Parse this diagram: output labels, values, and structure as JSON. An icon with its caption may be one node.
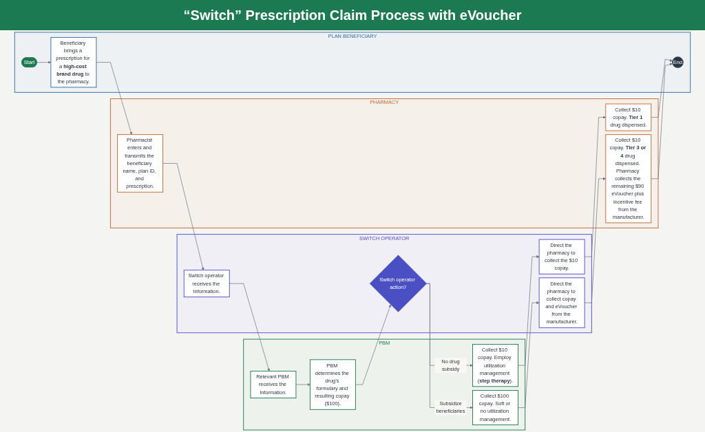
{
  "diagram": {
    "title": "“Switch” Prescription Claim Process with eVoucher",
    "nodes": [
      {
        "text": [
          "PBM"
        ]
      },
      {
        "text": [
          "Relevant PBM receives the information."
        ],
        "in": 0
      },
      {
        "text": [
          "PBM determines the drug’s formulary and resulting copay ($100)."
        ],
        "in": 0
      },
      {
        "text": [
          "Collect $10 copay. Employ utilization management (**step therapy**)."
        ],
        "in": 0
      },
      {
        "text": [
          "Collect $100 copay. Soft or no utilization management."
        ],
        "in": 0
      },
      {
        "text": [
          "SWITCH OPERATOR"
        ]
      },
      {
        "text": [
          "Switch operator receives the information."
        ],
        "in": 5
      },
      {
        "text": [
          "Switch operator action?"
        ],
        "in": 5
      },
      {
        "text": [
          "Direct the pharmacy to collect the $10 copay."
        ],
        "in": 5
      },
      {
        "text": [
          "Direct the pharmacy to collect copay and eVoucher from the manufacturer."
        ],
        "in": 5
      },
      {
        "text": [
          "PHARMACY"
        ]
      },
      {
        "text": [
          "Pharmacist enters and transmits the beneficiary name, plan ID, and prescription."
        ],
        "in": 10
      },
      {
        "text": [
          "Collect $10 copay. **Tier 1** drug dispensed."
        ],
        "in": 10
      },
      {
        "text": [
          "Collect $10 copay. **Tier 3 or 4** drug dispensed. Pharmacy collects the remaining $90 eVoucher plus incentive fee from the manufacturer."
        ],
        "in": 10
      },
      {
        "text": [
          "PLAN BENEFICIARY"
        ]
      },
      {
        "text": [
          "Start"
        ],
        "in": 14
      },
      {
        "text": [
          "Beneficiary brings a prescription for a **high-cost brand drug** to the pharmacy."
        ],
        "in": 14
      },
      {
        "text": [
          "End"
        ],
        "in": 14
      }
    ],
    "edges": [
      {
        "from": 15,
        "to": 16,
        "arrow": "to"
      },
      {
        "from": 16,
        "to": 11,
        "arrow": "to"
      },
      {
        "from": 11,
        "to": 6,
        "arrow": "to"
      },
      {
        "from": 6,
        "to": 1,
        "arrow": "to"
      },
      {
        "from": 1,
        "to": 2,
        "arrow": "to"
      },
      {
        "from": 2,
        "to": 7,
        "arrow": "to"
      },
      {
        "from": 7,
        "to": 3,
        "arrow": "to",
        "label": "No drug subsidy"
      },
      {
        "from": 7,
        "to": 4,
        "arrow": "to",
        "label": "Subsidize beneficiaries"
      },
      {
        "from": 3,
        "to": 8,
        "arrow": "to"
      },
      {
        "from": 4,
        "to": 9,
        "arrow": "to"
      },
      {
        "from": 8,
        "to": 12,
        "arrow": "to"
      },
      {
        "from": 9,
        "to": 13,
        "arrow": "to"
      },
      {
        "from": 12,
        "to": 17,
        "arrow": "to"
      },
      {
        "from": 13,
        "to": 17,
        "arrow": "to"
      }
    ]
  }
}
